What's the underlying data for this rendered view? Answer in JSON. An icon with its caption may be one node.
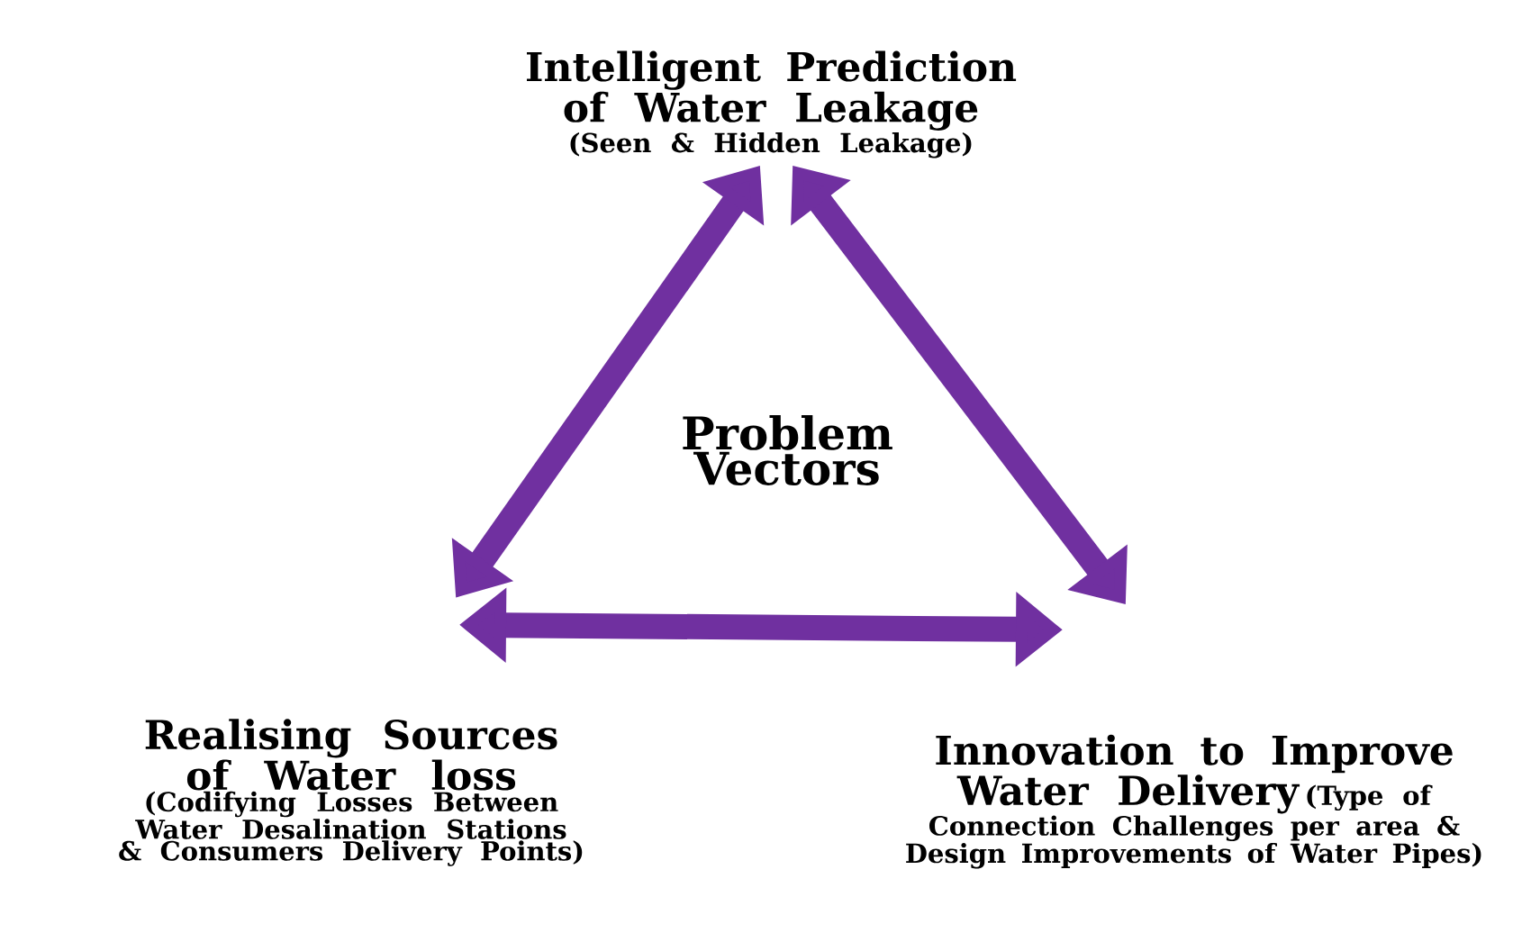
{
  "diagram": {
    "nodes": [
      {
        "text": [
          "Intelligent Prediction of Water Leakage",
          "(Seen & Hidden Leakage)"
        ]
      },
      {
        "text": [
          "Realising Sources of Water loss",
          "(Codifying Losses Between Water Desalination Stations & Consumers Delivery Points)"
        ]
      },
      {
        "text": [
          "Innovation to Improve Water Delivery",
          "(Type of Connection Challenges per area & Design Improvements of Water Pipes)"
        ]
      }
    ],
    "edges": [
      {
        "from": 0,
        "to": 1,
        "arrow": "both"
      },
      {
        "from": 0,
        "to": 2,
        "arrow": "both"
      },
      {
        "from": 1,
        "to": 2,
        "arrow": "both"
      }
    ],
    "labels": [
      "Problem Vectors"
    ]
  }
}
